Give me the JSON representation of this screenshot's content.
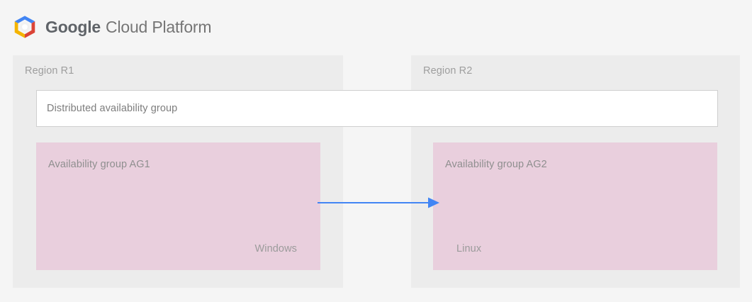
{
  "header": {
    "logo_icon": "google-cloud-platform-hexagon-logo",
    "brand_primary": "Google",
    "brand_secondary": "Cloud Platform",
    "logo_colors": {
      "blue": "#4285F4",
      "red": "#DB4437",
      "yellow": "#F4B400",
      "center": "#FFFFFF"
    }
  },
  "diagram": {
    "type": "architecture-diagram",
    "background": "#F5F5F5",
    "panel_background": "#ECECEC",
    "box_background": "#E9CFDD",
    "band_background": "#FFFFFF",
    "band_border": "#CFCFCF",
    "text_muted": "#9E9E9E",
    "accent": "#4285F4",
    "regions": [
      {
        "id": "r1",
        "label": "Region R1",
        "availability_group": {
          "title": "Availability group AG1",
          "os": "Windows",
          "os_align": "right"
        }
      },
      {
        "id": "r2",
        "label": "Region R2",
        "availability_group": {
          "title": "Availability group AG2",
          "os": "Linux",
          "os_align": "left"
        }
      }
    ],
    "distributed_group": {
      "label": "Distributed availability group"
    },
    "connector": {
      "name": "replication-arrow",
      "from": "Availability group AG1",
      "to": "Availability group AG2",
      "direction": "right",
      "color": "#4285F4"
    }
  }
}
